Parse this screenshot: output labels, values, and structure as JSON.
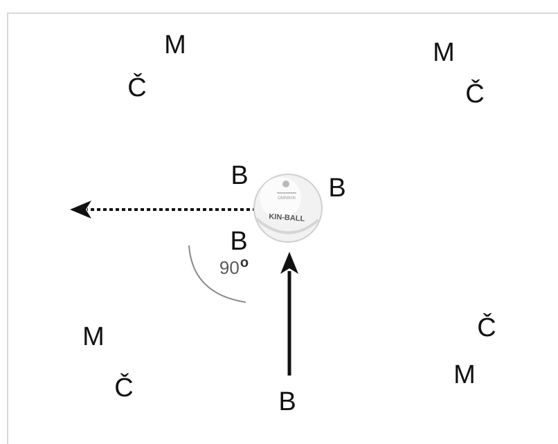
{
  "diagram": {
    "labels": [
      {
        "text": "M"
      },
      {
        "text": "Č"
      },
      {
        "text": "M"
      },
      {
        "text": "Č"
      },
      {
        "text": "B"
      },
      {
        "text": "B"
      },
      {
        "text": "B"
      },
      {
        "text": "M"
      },
      {
        "text": "Č"
      },
      {
        "text": "Č"
      },
      {
        "text": "M"
      },
      {
        "text": "B"
      }
    ],
    "angle": {
      "value": "90",
      "unit": "o"
    },
    "ball": {
      "brand": "KIN-BALL",
      "top_text": "OMNIKIN"
    }
  }
}
